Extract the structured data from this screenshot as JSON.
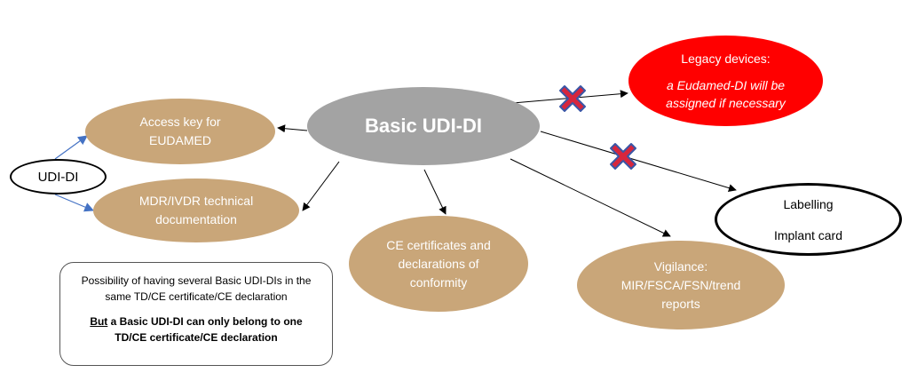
{
  "diagram": {
    "center": {
      "label": "Basic UDI-DI"
    },
    "access_key": {
      "line1": "Access key for",
      "line2": "EUDAMED"
    },
    "technical_doc": {
      "line1": "MDR/IVDR technical",
      "line2": "documentation"
    },
    "ce_certificates": {
      "line1": "CE certificates and",
      "line2": "declarations of",
      "line3": "conformity"
    },
    "vigilance": {
      "line1": "Vigilance:",
      "line2": "MIR/FSCA/FSN/trend",
      "line3": "reports"
    },
    "udi_di": {
      "label": "UDI-DI"
    },
    "legacy": {
      "line1": "Legacy devices:",
      "line2": "a Eudamed-DI will be",
      "line3": "assigned if necessary"
    },
    "labelling": {
      "line1": "Labelling",
      "line2": "Implant card"
    },
    "note": {
      "line1": "Possibility of having several Basic UDI-DIs in the",
      "line2": "same TD/CE certificate/CE  declaration",
      "line3_underlined": "But",
      "line3_rest": " a Basic UDI-DI can only belong to one",
      "line4": "TD/CE certificate/CE declaration"
    },
    "colors": {
      "tan": "#c9a679",
      "gray": "#a3a3a3",
      "red": "#ff0000",
      "cross_fill": "#d7263d",
      "cross_outline": "#3a56a6",
      "udi_arrow": "#4472c4"
    }
  }
}
